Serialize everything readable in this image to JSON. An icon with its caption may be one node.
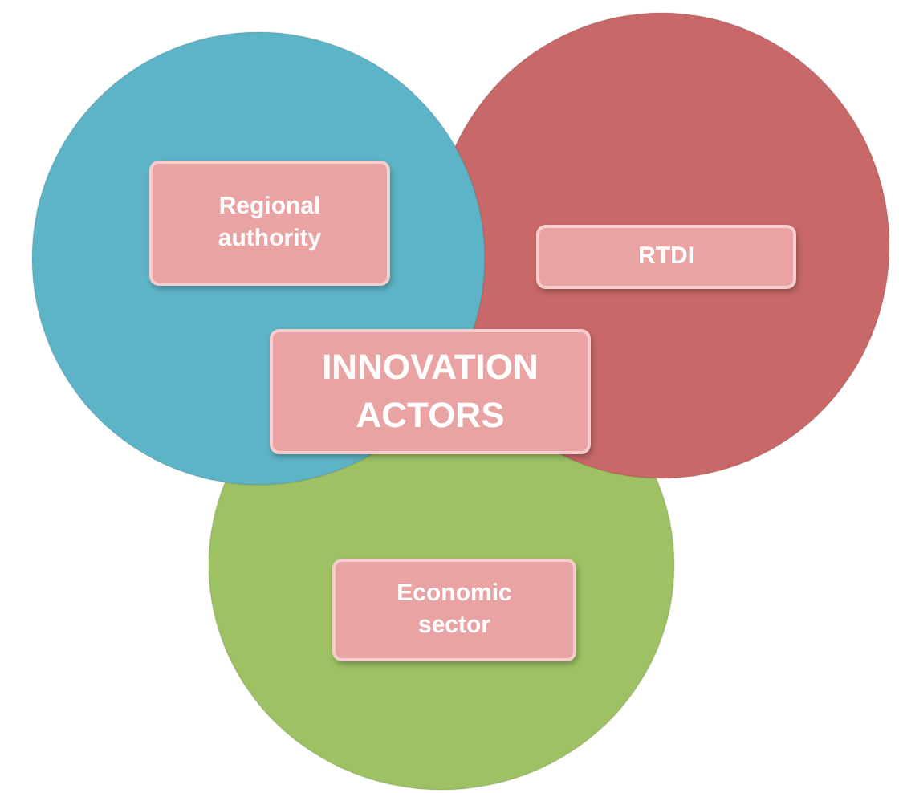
{
  "diagram": {
    "nodes": [
      {
        "text": [],
        "shape": "circle"
      },
      {
        "text": [
          "Regional authority"
        ],
        "in": 0
      },
      {
        "text": [],
        "shape": "circle"
      },
      {
        "text": [
          "RTDI"
        ],
        "in": 2
      },
      {
        "text": [
          "INNOVATION ACTORS"
        ]
      },
      {
        "text": [],
        "shape": "circle"
      },
      {
        "text": [
          "Economic sector"
        ],
        "in": 5
      }
    ]
  }
}
